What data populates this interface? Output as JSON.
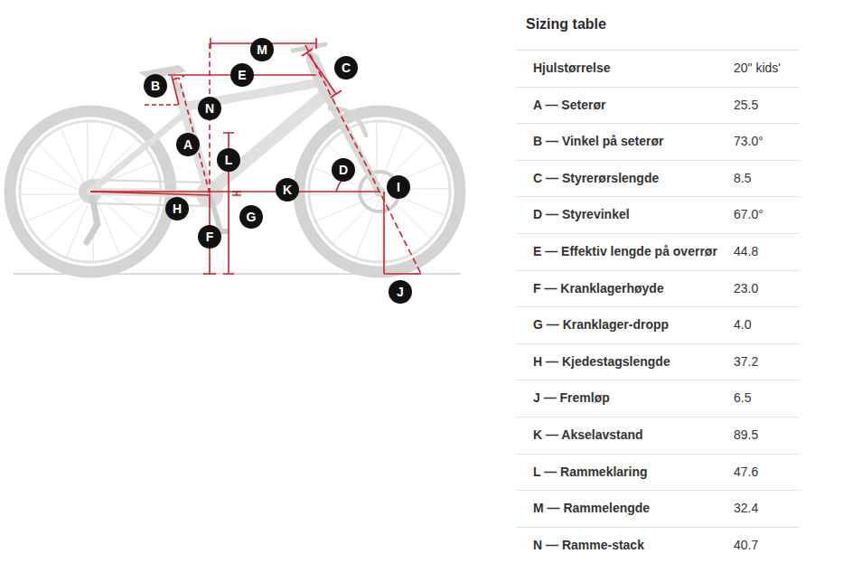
{
  "diagram": {
    "nodes": [
      {
        "text": [
          "M"
        ]
      },
      {
        "text": [
          "E"
        ]
      },
      {
        "text": [
          "C"
        ]
      },
      {
        "text": [
          "B"
        ]
      },
      {
        "text": [
          "N"
        ]
      },
      {
        "text": [
          "A"
        ]
      },
      {
        "text": [
          "L"
        ]
      },
      {
        "text": [
          "D"
        ]
      },
      {
        "text": [
          "K"
        ]
      },
      {
        "text": [
          "I"
        ]
      },
      {
        "text": [
          "H"
        ]
      },
      {
        "text": [
          "G"
        ]
      },
      {
        "text": [
          "F"
        ]
      },
      {
        "text": [
          "J"
        ]
      }
    ],
    "labels": [
      "Sizing table",
      "Hjulstørrelse",
      "20\" kids'",
      "A — Seterør",
      "25.5",
      "B — Vinkel på seterør",
      "73.0°",
      "C — Styrerørslengde",
      "8.5",
      "D — Styrevinkel",
      "67.0°",
      "E — Effektiv lengde på overrør",
      "44.8",
      "F — Kranklagerhøyde",
      "23.0",
      "G — Kranklager-dropp",
      "4.0",
      "H — Kjedestagslengde",
      "37.2",
      "J — Fremløp",
      "6.5",
      "K — Akselavstand",
      "89.5",
      "L — Rammeklaring",
      "47.6",
      "M — Rammelengde",
      "32.4",
      "N — Ramme-stack",
      "40.7"
    ]
  }
}
